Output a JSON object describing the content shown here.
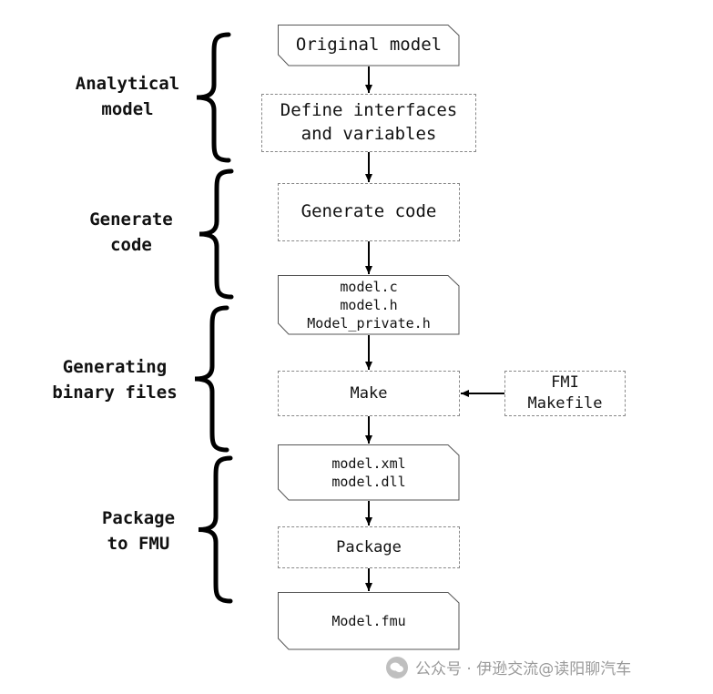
{
  "nodes": [
    {
      "id": "original-model",
      "shape": "document",
      "lines": [
        "Original model"
      ]
    },
    {
      "id": "define-interfaces",
      "shape": "process",
      "lines": [
        "Define interfaces",
        "and variables"
      ]
    },
    {
      "id": "generate-code",
      "shape": "process",
      "lines": [
        "Generate code"
      ]
    },
    {
      "id": "source-files",
      "shape": "document",
      "lines": [
        "model.c",
        "model.h",
        "Model_private.h"
      ]
    },
    {
      "id": "make",
      "shape": "process",
      "lines": [
        "Make"
      ]
    },
    {
      "id": "fmi-makefile",
      "shape": "process",
      "lines": [
        "FMI",
        "Makefile"
      ]
    },
    {
      "id": "binary-files",
      "shape": "document",
      "lines": [
        "model.xml",
        "model.dll"
      ]
    },
    {
      "id": "package",
      "shape": "process",
      "lines": [
        "Package"
      ]
    },
    {
      "id": "model-fmu",
      "shape": "document",
      "lines": [
        "Model.fmu"
      ]
    }
  ],
  "edges": [
    {
      "from": "original-model",
      "to": "define-interfaces"
    },
    {
      "from": "define-interfaces",
      "to": "generate-code"
    },
    {
      "from": "generate-code",
      "to": "source-files"
    },
    {
      "from": "source-files",
      "to": "make"
    },
    {
      "from": "fmi-makefile",
      "to": "make"
    },
    {
      "from": "make",
      "to": "binary-files"
    },
    {
      "from": "binary-files",
      "to": "package"
    },
    {
      "from": "package",
      "to": "model-fmu"
    }
  ],
  "stages": [
    {
      "id": "analytical-model",
      "lines": [
        "Analytical",
        "model"
      ]
    },
    {
      "id": "generate-code",
      "lines": [
        "Generate",
        "code"
      ]
    },
    {
      "id": "generating-binary-files",
      "lines": [
        "Generating",
        "binary files"
      ]
    },
    {
      "id": "package-to-fmu",
      "lines": [
        "Package",
        "to FMU"
      ]
    }
  ],
  "watermark": {
    "icon": "wechat-icon",
    "text": "公众号 · 伊逊交流@读阳聊汽车"
  },
  "colors": {
    "line": "#000000",
    "dashed_border": "#888888",
    "doc_border": "#555555",
    "watermark": "#9a9a9a"
  }
}
